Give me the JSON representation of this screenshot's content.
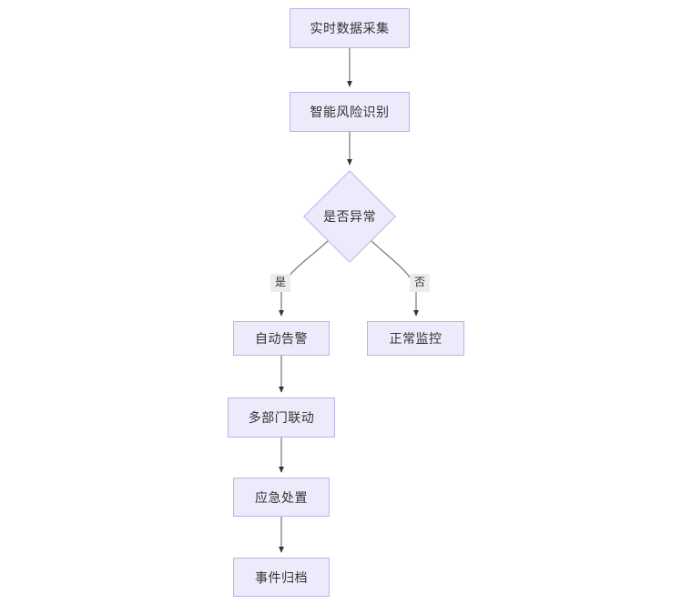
{
  "diagram": {
    "type": "flowchart",
    "direction": "top-down",
    "background_color": "#ffffff",
    "node_fill_color": "#ECEAFB",
    "node_border_color": "#BDB3E8",
    "node_text_color": "#333333",
    "edge_color": "#888888",
    "edge_label_background": "#ECECEC",
    "nodes": [
      {
        "id": "n1",
        "label": "实时数据采集",
        "shape": "rect"
      },
      {
        "id": "n2",
        "label": "智能风险识别",
        "shape": "rect"
      },
      {
        "id": "n3",
        "label": "是否异常",
        "shape": "diamond"
      },
      {
        "id": "n4",
        "label": "自动告警",
        "shape": "rect"
      },
      {
        "id": "n5",
        "label": "正常监控",
        "shape": "rect"
      },
      {
        "id": "n6",
        "label": "多部门联动",
        "shape": "rect"
      },
      {
        "id": "n7",
        "label": "应急处置",
        "shape": "rect"
      },
      {
        "id": "n8",
        "label": "事件归档",
        "shape": "rect"
      }
    ],
    "edges": [
      {
        "from": "n1",
        "to": "n2",
        "label": ""
      },
      {
        "from": "n2",
        "to": "n3",
        "label": ""
      },
      {
        "from": "n3",
        "to": "n4",
        "label": "是"
      },
      {
        "from": "n3",
        "to": "n5",
        "label": "否"
      },
      {
        "from": "n4",
        "to": "n6",
        "label": ""
      },
      {
        "from": "n6",
        "to": "n7",
        "label": ""
      },
      {
        "from": "n7",
        "to": "n8",
        "label": ""
      }
    ],
    "edge_labels": {
      "yes": "是",
      "no": "否"
    }
  }
}
